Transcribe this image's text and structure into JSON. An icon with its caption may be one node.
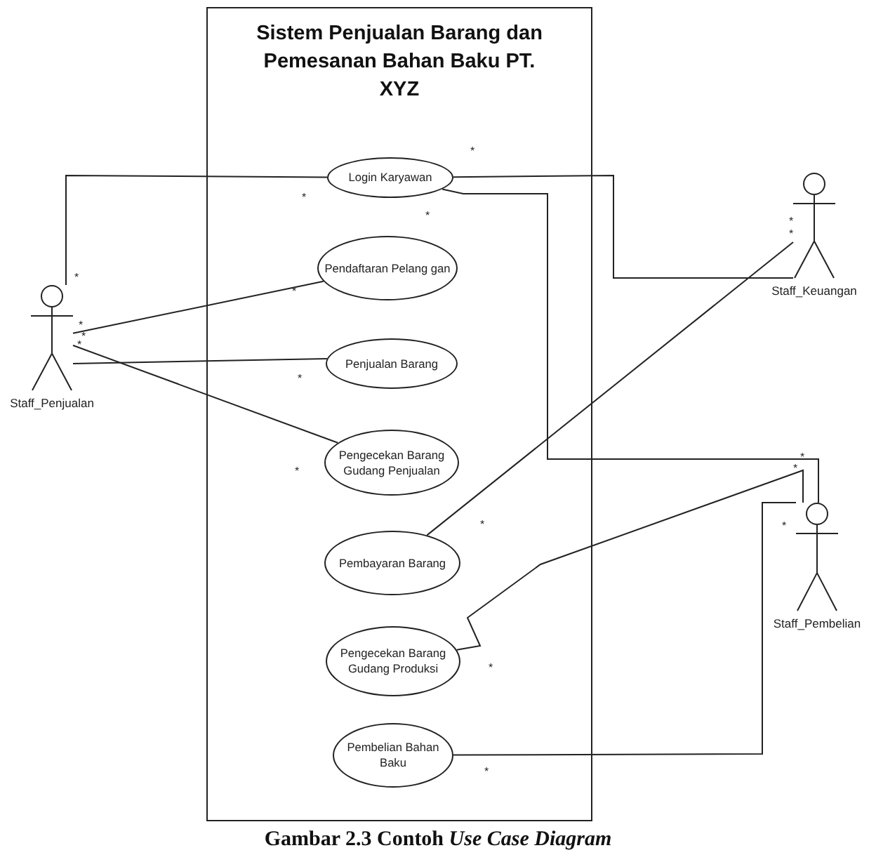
{
  "diagram": {
    "caption": "Gambar 2.3 Contoh *Use Case Diagram*",
    "nodes": [
      {
        "text": [
          "Sistem Penjualan Barang dan Pemesanan Bahan Baku PT. XYZ"
        ]
      },
      {
        "text": [
          "Login Karyawan"
        ],
        "in": 0
      },
      {
        "text": [
          "Pendaftaran Pelang gan"
        ],
        "in": 0
      },
      {
        "text": [
          "Penjualan Barang"
        ],
        "in": 0
      },
      {
        "text": [
          "Pengecekan Barang Gudang Penjualan"
        ],
        "in": 0
      },
      {
        "text": [
          "Pembayaran Barang"
        ],
        "in": 0
      },
      {
        "text": [
          "Pengecekan Barang Gudang Produksi"
        ],
        "in": 0
      },
      {
        "text": [
          "Pembelian Bahan Baku"
        ],
        "in": 0
      },
      {
        "text": [
          "Staff_Penjualan"
        ]
      },
      {
        "text": [
          "Staff_Keuangan"
        ]
      },
      {
        "text": [
          "Staff_Pembelian"
        ]
      }
    ],
    "edges": [
      {
        "from": 8,
        "to": 1,
        "arrow": "none"
      },
      {
        "from": 8,
        "to": 2,
        "arrow": "none"
      },
      {
        "from": 8,
        "to": 3,
        "arrow": "none"
      },
      {
        "from": 8,
        "to": 4,
        "arrow": "none"
      },
      {
        "from": 1,
        "to": 9,
        "arrow": "none"
      },
      {
        "from": 1,
        "to": 10,
        "arrow": "none"
      },
      {
        "from": 5,
        "to": 9,
        "arrow": "none"
      },
      {
        "from": 6,
        "to": 10,
        "arrow": "none"
      },
      {
        "from": 7,
        "to": 10,
        "arrow": "none"
      }
    ],
    "labels": [
      "*",
      "*",
      "*",
      "*",
      "*",
      "*",
      "*",
      "*",
      "*",
      "*",
      "*",
      "*",
      "*",
      "*",
      "*",
      "*",
      "*",
      "*"
    ]
  }
}
